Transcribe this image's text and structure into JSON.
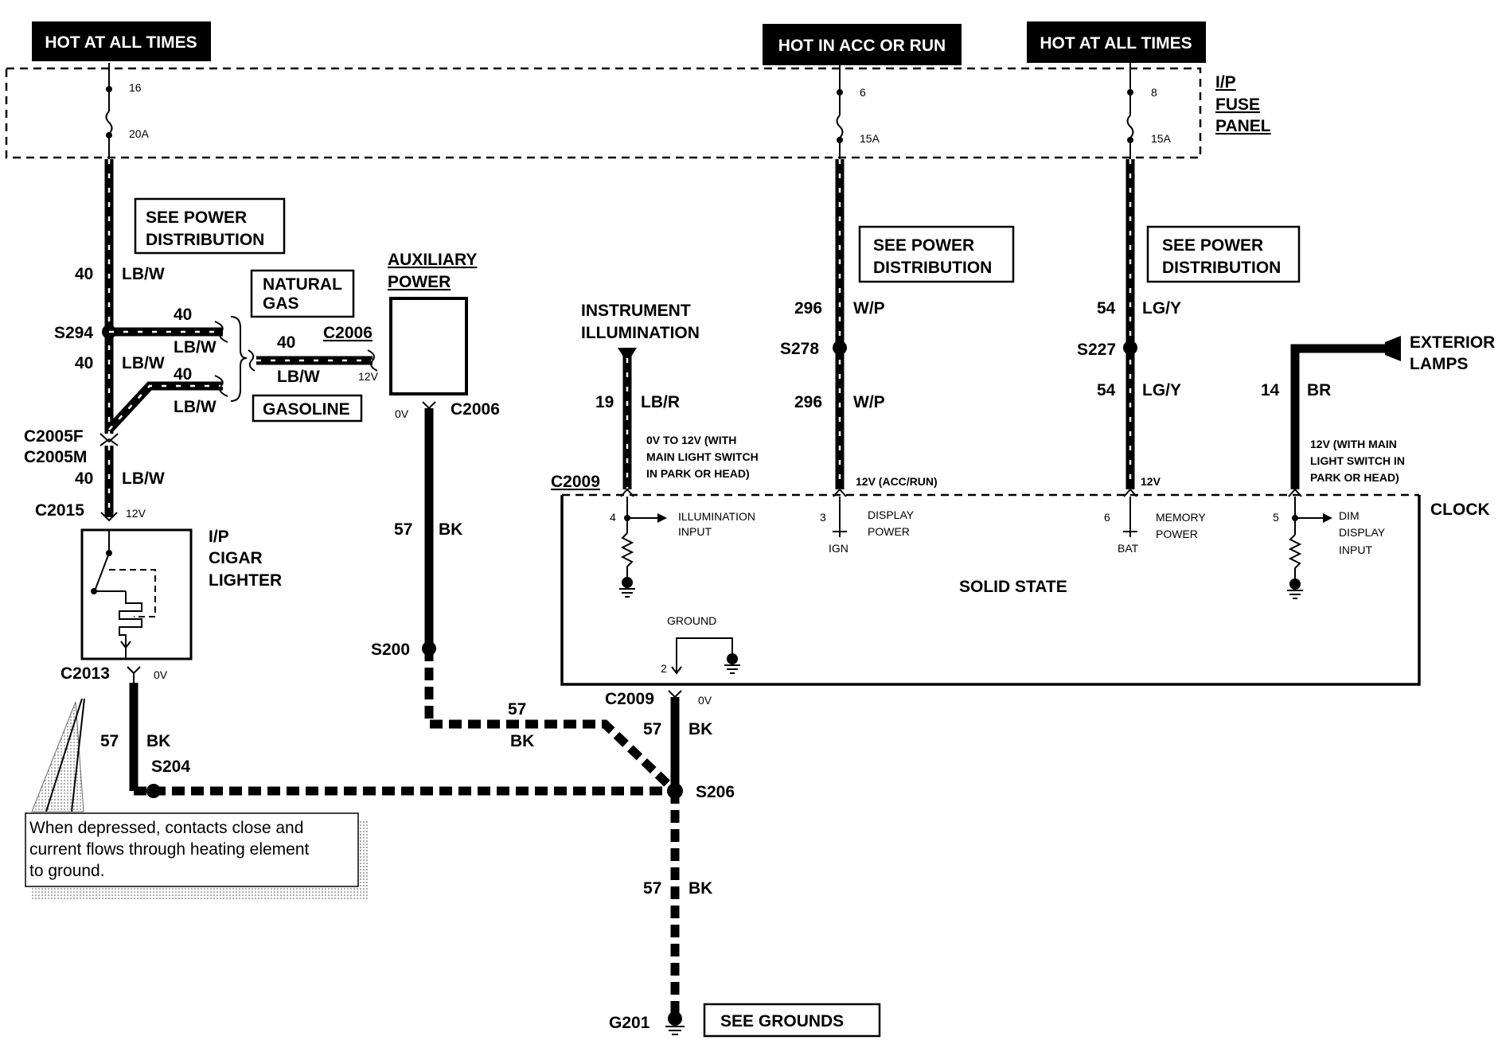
{
  "supply_headers": {
    "left": "HOT AT ALL TIMES",
    "middle": "HOT IN ACC OR RUN",
    "right": "HOT AT ALL TIMES"
  },
  "fuse_panel_label": [
    "I/P",
    "FUSE",
    "PANEL"
  ],
  "fuses": [
    {
      "number": "16",
      "rating": "20A"
    },
    {
      "number": "6",
      "rating": "15A"
    },
    {
      "number": "8",
      "rating": "15A"
    }
  ],
  "see_power_distribution": [
    "SEE POWER",
    "DISTRIBUTION"
  ],
  "see_grounds": "SEE GROUNDS",
  "natural_gas": [
    "NATURAL",
    "GAS"
  ],
  "gasoline": "GASOLINE",
  "auxiliary_power": [
    "AUXILIARY",
    "POWER"
  ],
  "instrument_illumination": [
    "INSTRUMENT",
    "ILLUMINATION"
  ],
  "exterior_lamps": [
    "EXTERIOR",
    "LAMPS"
  ],
  "cigar_lighter": [
    "I/P",
    "CIGAR",
    "LIGHTER"
  ],
  "clock": {
    "title": "CLOCK",
    "type": "SOLID STATE",
    "ground": "GROUND",
    "ground_pin": "2",
    "pins": [
      {
        "num": "4",
        "name": [
          "ILLUMINATION",
          "INPUT"
        ]
      },
      {
        "num": "3",
        "name": [
          "DISPLAY",
          "POWER"
        ],
        "source": "IGN"
      },
      {
        "num": "6",
        "name": [
          "MEMORY",
          "POWER"
        ],
        "source": "BAT"
      },
      {
        "num": "5",
        "name": [
          "DIM",
          "DISPLAY",
          "INPUT"
        ]
      }
    ]
  },
  "splices": [
    "S294",
    "S278",
    "S227",
    "S200",
    "S204",
    "S206",
    "G201"
  ],
  "connectors": [
    "C2006",
    "C2005F",
    "C2005M",
    "C2015",
    "C2013",
    "C2009"
  ],
  "circuits": {
    "c40": "40",
    "lbw": "LB/W",
    "c296": "296",
    "wp": "W/P",
    "c54": "54",
    "lgy": "LG/Y",
    "c19": "19",
    "lbr": "LB/R",
    "c14": "14",
    "br": "BR",
    "c57": "57",
    "bk": "BK"
  },
  "voltages": {
    "v12": "12V",
    "v0": "0V",
    "acc_run": "12V (ACC/RUN)",
    "illum": [
      "0V TO 12V (WITH",
      "MAIN LIGHT SWITCH",
      "IN PARK OR HEAD)"
    ],
    "dim": [
      "12V (WITH MAIN",
      "LIGHT SWITCH IN",
      "PARK OR HEAD)"
    ]
  },
  "note": [
    "When depressed, contacts close and",
    "current flows through heating element",
    "to ground."
  ]
}
